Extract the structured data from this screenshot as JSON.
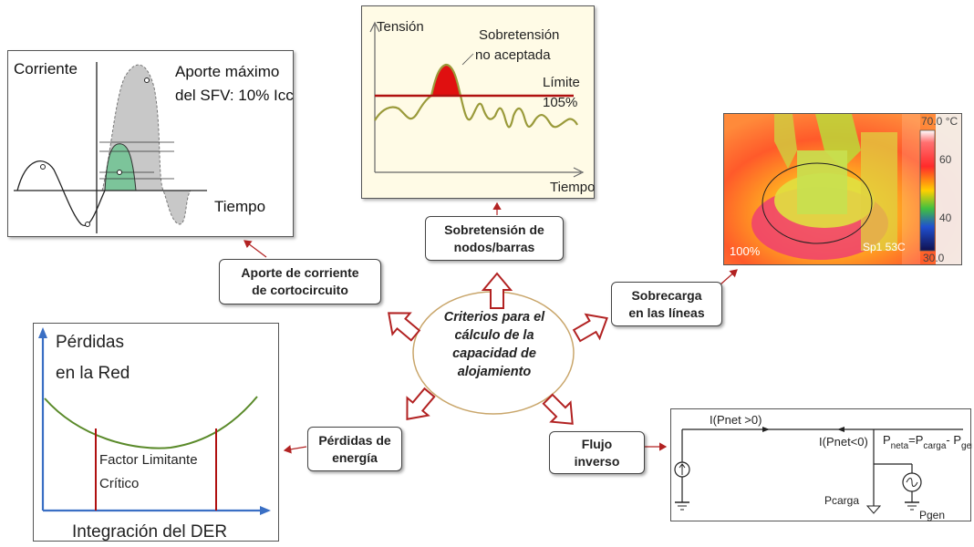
{
  "center": {
    "lines": [
      "Criterios para el",
      "cálculo de la",
      "capacidad de",
      "alojamiento"
    ]
  },
  "labels": {
    "aporte": [
      "Aporte de corriente",
      "de cortocircuito"
    ],
    "sobretension": [
      "Sobretensión de",
      "nodos/barras"
    ],
    "sobrecarga": [
      "Sobrecarga",
      "en las líneas"
    ],
    "perdidas": [
      "Pérdidas de",
      "energía"
    ],
    "flujo": [
      "Flujo",
      "inverso"
    ]
  },
  "corriente_panel": {
    "ylabel": "Corriente",
    "xlabel": "Tiempo",
    "note": [
      "Aporte máximo",
      "del SFV: 10% Icc"
    ]
  },
  "tension_panel": {
    "ylabel": "Tensión",
    "xlabel": "Tiempo",
    "annotation": [
      "Sobretensión",
      "no aceptada"
    ],
    "limit": [
      "Límite",
      "105%"
    ]
  },
  "thermal_panel": {
    "scale_max": "70.0 °C",
    "ticks": [
      "60",
      "40"
    ],
    "scale_min": "30.0",
    "zoom": "100%",
    "spot": "Sp1 53C"
  },
  "perdidas_panel": {
    "ylabel": [
      "Pérdidas",
      "en la Red"
    ],
    "xlabel": "Integración del DER",
    "factor": [
      "Factor Limitante",
      "Crítico"
    ]
  },
  "flujo_panel": {
    "i_pos": "I(Pnet >0)",
    "i_neg": "I(Pnet<0)",
    "eq_p1": "P",
    "eq_sub1": "neta",
    "eq_mid1": "=P",
    "eq_sub2": "carga",
    "eq_mid2": "- P",
    "eq_sub3": "gen",
    "pcarga": "Pcarga",
    "pgen": "Pgen"
  },
  "colors": {
    "arrow": "#b22222",
    "ellipse": "#c9a66b",
    "curve_green": "#5a8a2a",
    "limit_red": "#b01010",
    "axis_blue": "#3a6fc4"
  }
}
